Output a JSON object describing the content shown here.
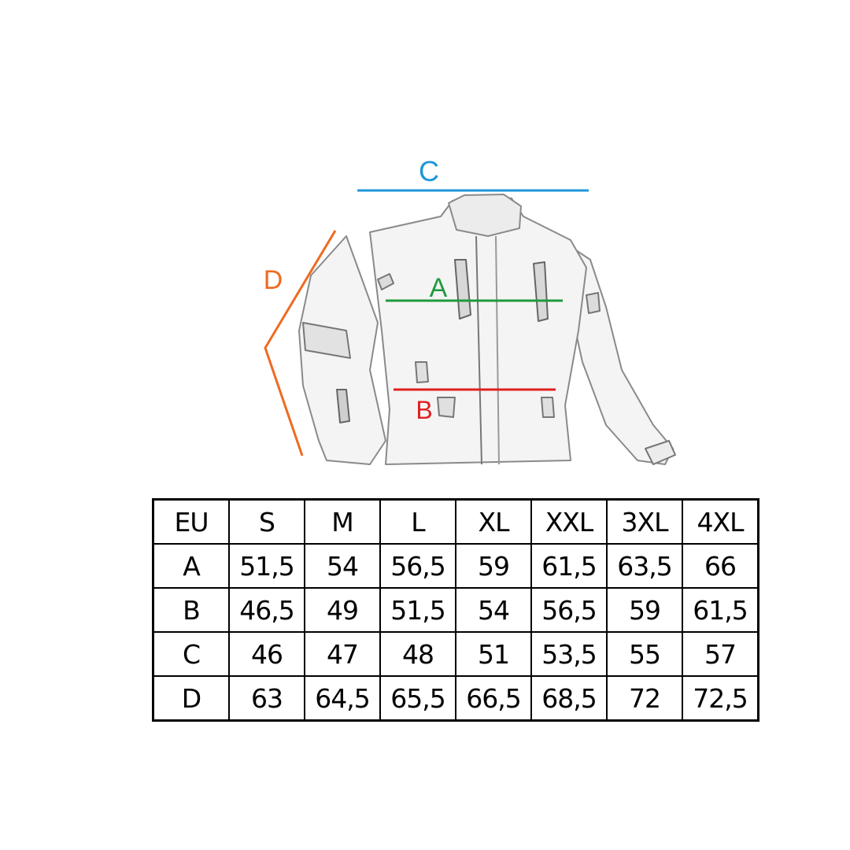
{
  "measure_labels": {
    "a": "A",
    "a_color": "#1f9a3c",
    "b": "B",
    "b_color": "#e02020",
    "c": "C",
    "c_color": "#1d97d9",
    "d": "D",
    "d_color": "#ee6b22"
  },
  "table": {
    "header": [
      "EU",
      "S",
      "M",
      "L",
      "XL",
      "XXL",
      "3XL",
      "4XL"
    ],
    "rows": [
      [
        "A",
        "51,5",
        "54",
        "56,5",
        "59",
        "61,5",
        "63,5",
        "66"
      ],
      [
        "B",
        "46,5",
        "49",
        "51,5",
        "54",
        "56,5",
        "59",
        "61,5"
      ],
      [
        "C",
        "46",
        "47",
        "48",
        "51",
        "53,5",
        "55",
        "57"
      ],
      [
        "D",
        "63",
        "64,5",
        "65,5",
        "66,5",
        "68,5",
        "72",
        "72,5"
      ]
    ]
  }
}
